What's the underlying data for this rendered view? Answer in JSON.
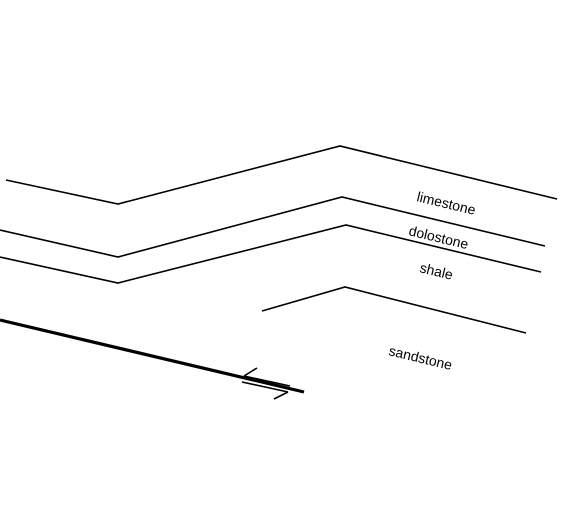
{
  "labels": {
    "limestone": "limestone",
    "dolostone": "dolostone",
    "shale": "shale",
    "sandstone": "sandstone"
  },
  "colors": {
    "line": "#000000",
    "background": "#ffffff"
  },
  "icons": {
    "fault_motion": "half-arrow-pair-icon"
  }
}
